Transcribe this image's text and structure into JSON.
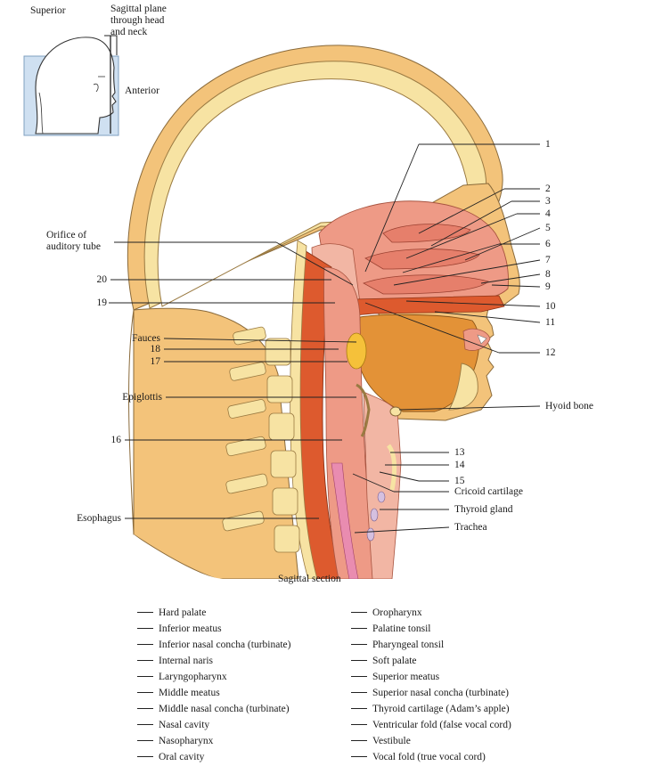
{
  "inset": {
    "superior": "Superior",
    "plane": "Sagittal plane\nthrough head\nand neck",
    "anterior": "Anterior"
  },
  "caption": "Sagittal section",
  "numbers": [
    "1",
    "2",
    "3",
    "4",
    "5",
    "6",
    "7",
    "8",
    "9",
    "10",
    "11",
    "12",
    "13",
    "14",
    "15",
    "16",
    "17",
    "18",
    "19",
    "20"
  ],
  "labels": {
    "orifice": "Orifice of\nauditory tube",
    "fauces": "Fauces",
    "epiglottis": "Epiglottis",
    "esophagus": "Esophagus",
    "hyoid": "Hyoid bone",
    "cricoid": "Cricoid cartilage",
    "thyroid_gland": "Thyroid gland",
    "trachea": "Trachea"
  },
  "word_list": {
    "left": [
      "Hard palate",
      "Inferior meatus",
      "Inferior nasal concha (turbinate)",
      "Internal naris",
      "Laryngopharynx",
      "Middle meatus",
      "Middle nasal concha (turbinate)",
      "Nasal cavity",
      "Nasopharynx",
      "Oral cavity"
    ],
    "right": [
      "Oropharynx",
      "Palatine tonsil",
      "Pharyngeal tonsil",
      "Soft palate",
      "Superior meatus",
      "Superior nasal concha (turbinate)",
      "Thyroid cartilage (Adam’s apple)",
      "Ventricular fold (false vocal cord)",
      "Vestibule",
      "Vocal fold (true vocal cord)"
    ]
  },
  "colors": {
    "skin": "#f3c37a",
    "skin_dark": "#e4a85a",
    "bone": "#f7e3a3",
    "tissue": "#ee9a86",
    "tissue_light": "#f2b6a4",
    "muscle": "#dd5a2e",
    "tongue": "#e39237",
    "inset_blue": "#cfe0f1"
  }
}
